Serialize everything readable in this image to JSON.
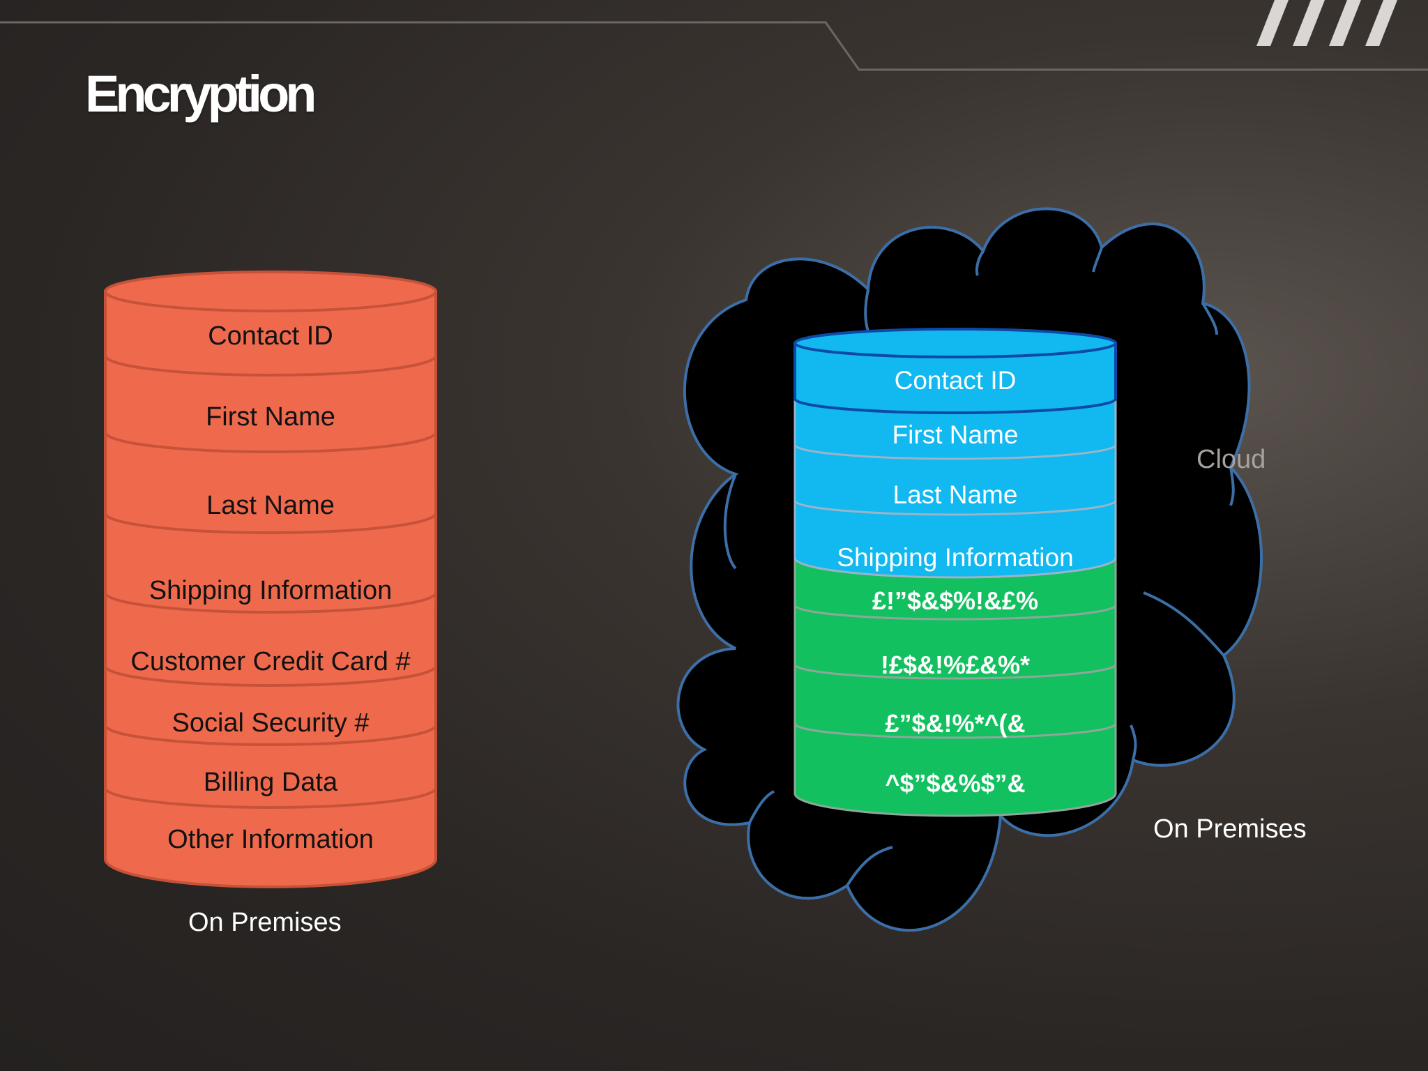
{
  "slide": {
    "title": "Encryption"
  },
  "left_db": {
    "fill": "#ef6a4d",
    "stroke": "#c65338",
    "fields": [
      "Contact ID",
      "First Name",
      "Last Name",
      "Shipping Information",
      "Customer Credit Card #",
      "Social Security #",
      "Billing Data",
      "Other Information"
    ],
    "caption": "On Premises"
  },
  "right_db": {
    "plain_fill": "#12b8f0",
    "plain_stroke": "#0d4aa8",
    "encrypted_fill": "#13c060",
    "plain_fields": [
      "Contact ID",
      "First Name",
      "Last Name",
      "Shipping Information"
    ],
    "encrypted_fields": [
      "£!”$&$%!&£%",
      "!£$&!%£&%*",
      "£”$&!%*^(&",
      "^$”$&%$”&"
    ]
  },
  "cloud": {
    "fill": "#000000",
    "stroke": "#3c6fa8",
    "label": "Cloud"
  },
  "right_caption": "On Premises"
}
